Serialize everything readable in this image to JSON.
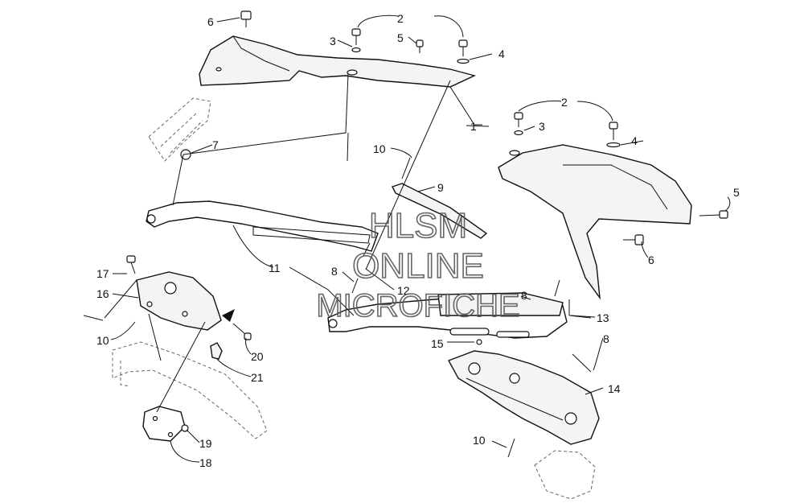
{
  "watermark": {
    "line1": "HLSM",
    "line2": "ONLINE",
    "line3": "MICROFICHE"
  },
  "callouts": [
    "1",
    "2",
    "3",
    "4",
    "5",
    "6",
    "7",
    "8",
    "9",
    "10",
    "11",
    "12",
    "13",
    "14",
    "15",
    "16",
    "17",
    "18",
    "19",
    "20",
    "21"
  ]
}
